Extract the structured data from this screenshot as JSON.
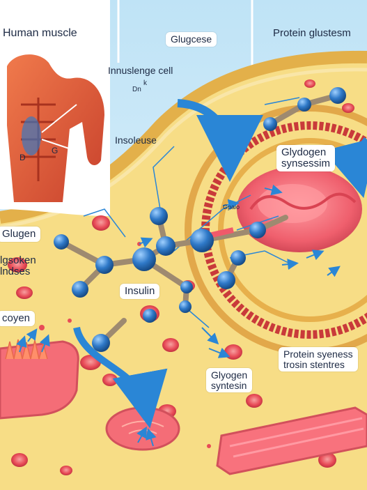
{
  "labels": {
    "human_muscle": "Human muscle",
    "glucose": "Glugcese",
    "protein_glucose": "Protein glustesm",
    "insulin_cell": "Innuslenge cell",
    "small_k": "k",
    "small_dn": "Dn",
    "insolease": "Insoleuse",
    "small_d": "D",
    "small_g": "G",
    "glycogen_synthesis_top": "Glydogen\nsynsessim",
    "glugen": "Glugen",
    "glycogen_synthases": "lgsoken\nlndses",
    "cogen": "coyen",
    "insulin": "Insulin",
    "gpaio": "Gpaio",
    "glycogen_synthesis_bottom": "Glyogen\nsyntesin",
    "protein_synthesis": "Protein syeness\ntrosin stentres"
  },
  "colors": {
    "sky": "#cfe9f8",
    "cytoplasm": "#f7dd86",
    "membrane": "#e9b94c",
    "muscle": "#e8563e",
    "molecule": "#2f79c8",
    "arrow": "#2a86d6",
    "pink_tissue": "#f0616f"
  }
}
